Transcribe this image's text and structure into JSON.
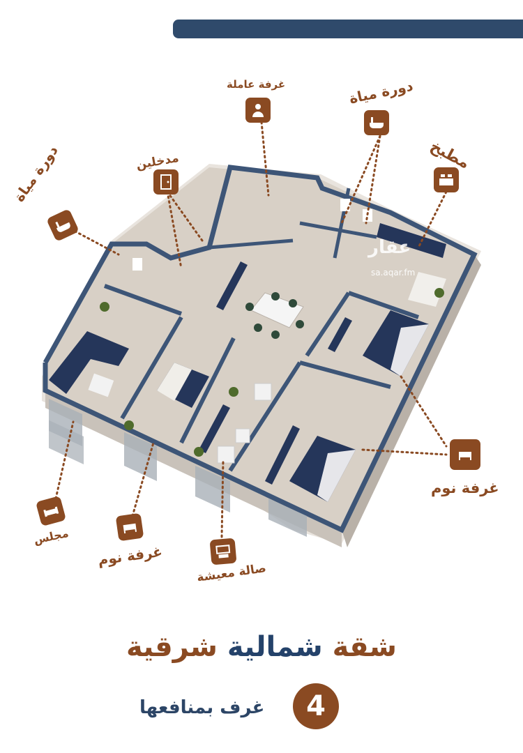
{
  "header": {
    "bar_color": "#2f4a6b"
  },
  "rooms": {
    "maid_room": "غرفة عاملة",
    "bathroom_top": "دورة مياة",
    "bathroom_left": "دورة مياة",
    "entrances": "مدخلين",
    "kitchen": "مطبخ",
    "bedroom_right": "غرفة نوم",
    "bedroom_left": "غرفة نوم",
    "majlis": "مجلس",
    "living_hall": "صالة معيشة"
  },
  "watermark": {
    "brand": "عقار",
    "url": "sa.aqar.fm"
  },
  "footer": {
    "title_part1": "شقة",
    "title_part2": "شمالية",
    "title_part3": "شرقية",
    "rooms_count": "4",
    "rooms_text": "غرف بمنافعها"
  },
  "colors": {
    "accent": "#8a4a22",
    "navy": "#24426a"
  }
}
